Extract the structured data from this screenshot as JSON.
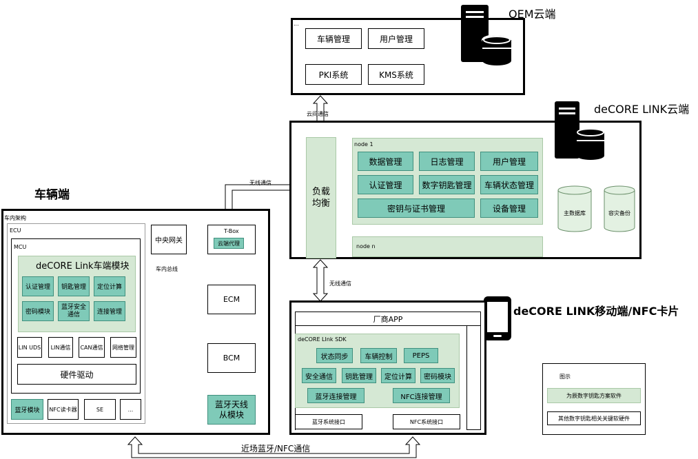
{
  "oem": {
    "title": "OEM云端",
    "ellipsis": "...",
    "items": [
      "车辆管理",
      "用户管理",
      "PKI系统",
      "KMS系统"
    ]
  },
  "links": {
    "cloud_to_cloud": "云间通信",
    "wireless_vehicle": "无线通信",
    "wireless_mobile": "无线通信",
    "nfc_bt": "近场蓝牙/NFC通信"
  },
  "decore_cloud": {
    "title": "deCORE LINK云端",
    "load_balancer": "负载\n均衡",
    "node1_label": "node 1",
    "node1_items": [
      "数据管理",
      "日志管理",
      "用户管理",
      "认证管理",
      "数字钥匙管理",
      "车辆状态管理",
      "密钥与证书管理",
      "设备管理"
    ],
    "noden_label": "node n",
    "db_main": "主数据库",
    "db_backup": "容灾备份"
  },
  "vehicle": {
    "title": "车辆端",
    "arch_label": "车内架构",
    "ecu_label": "ECU",
    "mcu_label": "MCU",
    "module_title": "deCORE Link车端模块",
    "module_items": [
      "认证管理",
      "钥匙管理",
      "定位计算",
      "密码模块",
      "蓝牙安全\n通信",
      "连接管理"
    ],
    "buses": [
      "LIN UDS",
      "LIN通信",
      "CAN通信",
      "网络管理"
    ],
    "hw_driver": "硬件驱动",
    "peripherals": [
      "蓝牙模块",
      "NFC读卡器",
      "SE",
      "..."
    ],
    "gateway": "中央网关",
    "bus_label": "车内总线",
    "tbox": "T-Box",
    "cloud_proxy": "云端代理",
    "ecm": "ECM",
    "bcm": "BCM",
    "bt_antenna": "蓝牙天线\n从模块"
  },
  "mobile": {
    "title": "deCORE LINK移动端/NFC卡片",
    "app": "厂商APP",
    "sdk_label": "deCORE LInk SDK",
    "sdk_row1": [
      "状态同步",
      "车辆控制",
      "PEPS"
    ],
    "sdk_row2": [
      "安全通信",
      "钥匙管理",
      "定位计算",
      "密码模块"
    ],
    "sdk_row3": [
      "蓝牙连接管理",
      "NFC连接管理"
    ],
    "bt_iface": "蓝牙系统接口",
    "nfc_iface": "NFC系统接口"
  },
  "legend": {
    "title": "图示",
    "software": "为辰数字钥匙方案软件",
    "hardware": "其他数字钥匙相关关键软硬件"
  },
  "colors": {
    "teal": "#7fcab8",
    "light_green": "#d5e8d4",
    "db_fill": "#e3f1e2"
  }
}
